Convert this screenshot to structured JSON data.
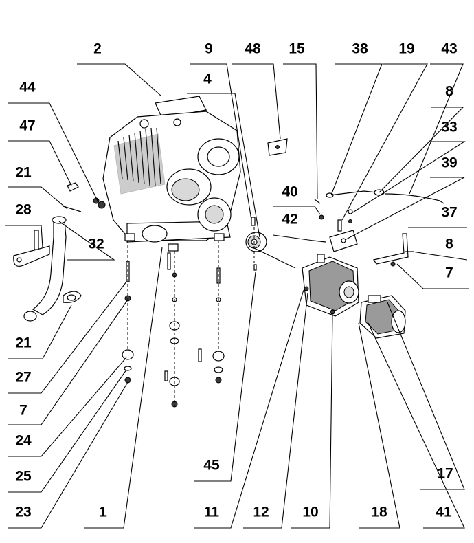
{
  "callouts": [
    {
      "id": "c2",
      "label": "2"
    },
    {
      "id": "c9",
      "label": "9"
    },
    {
      "id": "c48",
      "label": "48"
    },
    {
      "id": "c15",
      "label": "15"
    },
    {
      "id": "c38",
      "label": "38"
    },
    {
      "id": "c19",
      "label": "19"
    },
    {
      "id": "c43",
      "label": "43"
    },
    {
      "id": "c4",
      "label": "4"
    },
    {
      "id": "c44",
      "label": "44"
    },
    {
      "id": "c8a",
      "label": "8"
    },
    {
      "id": "c47",
      "label": "47"
    },
    {
      "id": "c33",
      "label": "33"
    },
    {
      "id": "c39",
      "label": "39"
    },
    {
      "id": "c21a",
      "label": "21"
    },
    {
      "id": "c40",
      "label": "40"
    },
    {
      "id": "c28",
      "label": "28"
    },
    {
      "id": "c37",
      "label": "37"
    },
    {
      "id": "c42",
      "label": "42"
    },
    {
      "id": "c32",
      "label": "32"
    },
    {
      "id": "c8b",
      "label": "8"
    },
    {
      "id": "c7a",
      "label": "7"
    },
    {
      "id": "c21b",
      "label": "21"
    },
    {
      "id": "c27",
      "label": "27"
    },
    {
      "id": "c7b",
      "label": "7"
    },
    {
      "id": "c24",
      "label": "24"
    },
    {
      "id": "c45",
      "label": "45"
    },
    {
      "id": "c17",
      "label": "17"
    },
    {
      "id": "c25",
      "label": "25"
    },
    {
      "id": "c23",
      "label": "23"
    },
    {
      "id": "c1",
      "label": "1"
    },
    {
      "id": "c11",
      "label": "11"
    },
    {
      "id": "c12",
      "label": "12"
    },
    {
      "id": "c10",
      "label": "10"
    },
    {
      "id": "c18",
      "label": "18"
    },
    {
      "id": "c41",
      "label": "41"
    }
  ]
}
